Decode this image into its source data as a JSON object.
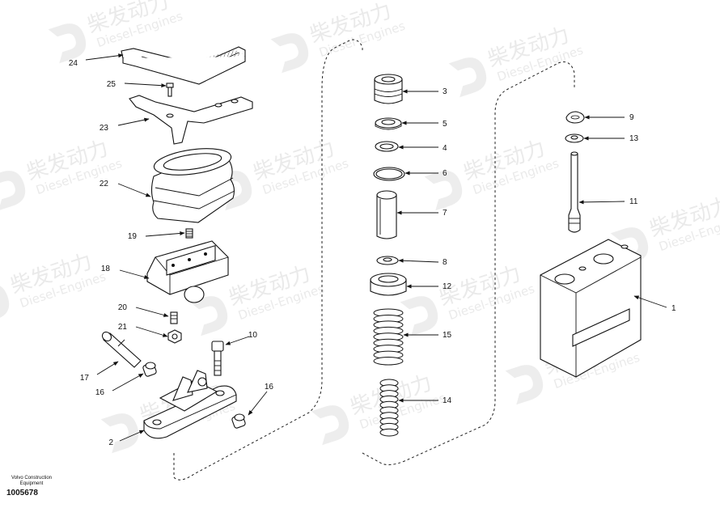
{
  "watermark": {
    "brand_cn": "柴发动力",
    "brand_en": "Diesel-Engines"
  },
  "footer": {
    "company_line1": "Volvo Construction",
    "company_line2": "Equipment",
    "drawing_number": "1005678"
  },
  "callouts": [
    "1",
    "2",
    "3",
    "4",
    "5",
    "6",
    "7",
    "8",
    "9",
    "10",
    "11",
    "12",
    "13",
    "14",
    "15",
    "16",
    "17",
    "18",
    "19",
    "20",
    "21",
    "22",
    "23",
    "24",
    "25"
  ]
}
